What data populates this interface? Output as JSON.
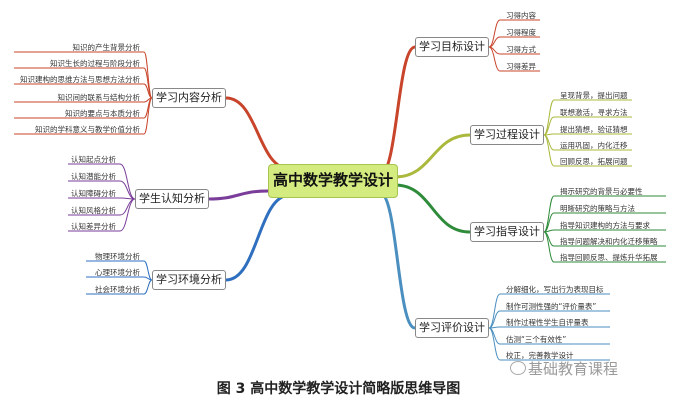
{
  "center": "高中数学教学设计",
  "caption": "图 3  高中数学教学设计简略版思维导图",
  "watermark": "基础教育课程",
  "colors": {
    "center_fill": "#d3eb7f",
    "goal": "#c8442a",
    "process": "#aab83c",
    "guide": "#2e8b3a",
    "evaluation": "#4a8fbf",
    "content": "#c8442a",
    "cognition": "#7a3d99",
    "environment": "#2e6fbf"
  },
  "branches": {
    "goal": {
      "label": "学习目标设计",
      "items": [
        "习得内容",
        "习得程度",
        "习得方式",
        "习得差异"
      ]
    },
    "process": {
      "label": "学习过程设计",
      "items": [
        "呈现背景，提出问题",
        "联想激活，寻求方法",
        "提出猜想，验证猜想",
        "运用巩固，内化迁移",
        "回顾反思，拓展问题"
      ]
    },
    "guide": {
      "label": "学习指导设计",
      "items": [
        "揭示研究的背景与必要性",
        "明晰研究的策略与方法",
        "指导知识建构的方法与要求",
        "指导问题解决和内化迁移策略",
        "指导回顾反思、提炼升华拓展"
      ]
    },
    "evaluation": {
      "label": "学习评价设计",
      "items": [
        "分解细化，写出行为表现目标",
        "制作可测性强的“评价量表”",
        "制作过程性学生自评量表",
        "估测“三个有效性”",
        "校正，完善教学设计"
      ]
    },
    "content": {
      "label": "学习内容分析",
      "items": [
        "知识的产生背景分析",
        "知识生长的过程与阶段分析",
        "知识建构的思维方法与思想方法分析",
        "知识间的联系与结构分析",
        "知识的要点与本质分析",
        "知识的学科意义与教学价值分析"
      ]
    },
    "cognition": {
      "label": "学生认知分析",
      "items": [
        "认知起点分析",
        "认知潜能分析",
        "认知障碍分析",
        "认知风格分析",
        "认知差异分析"
      ]
    },
    "environment": {
      "label": "学习环境分析",
      "items": [
        "物理环境分析",
        "心理环境分析",
        "社会环境分析"
      ]
    }
  }
}
